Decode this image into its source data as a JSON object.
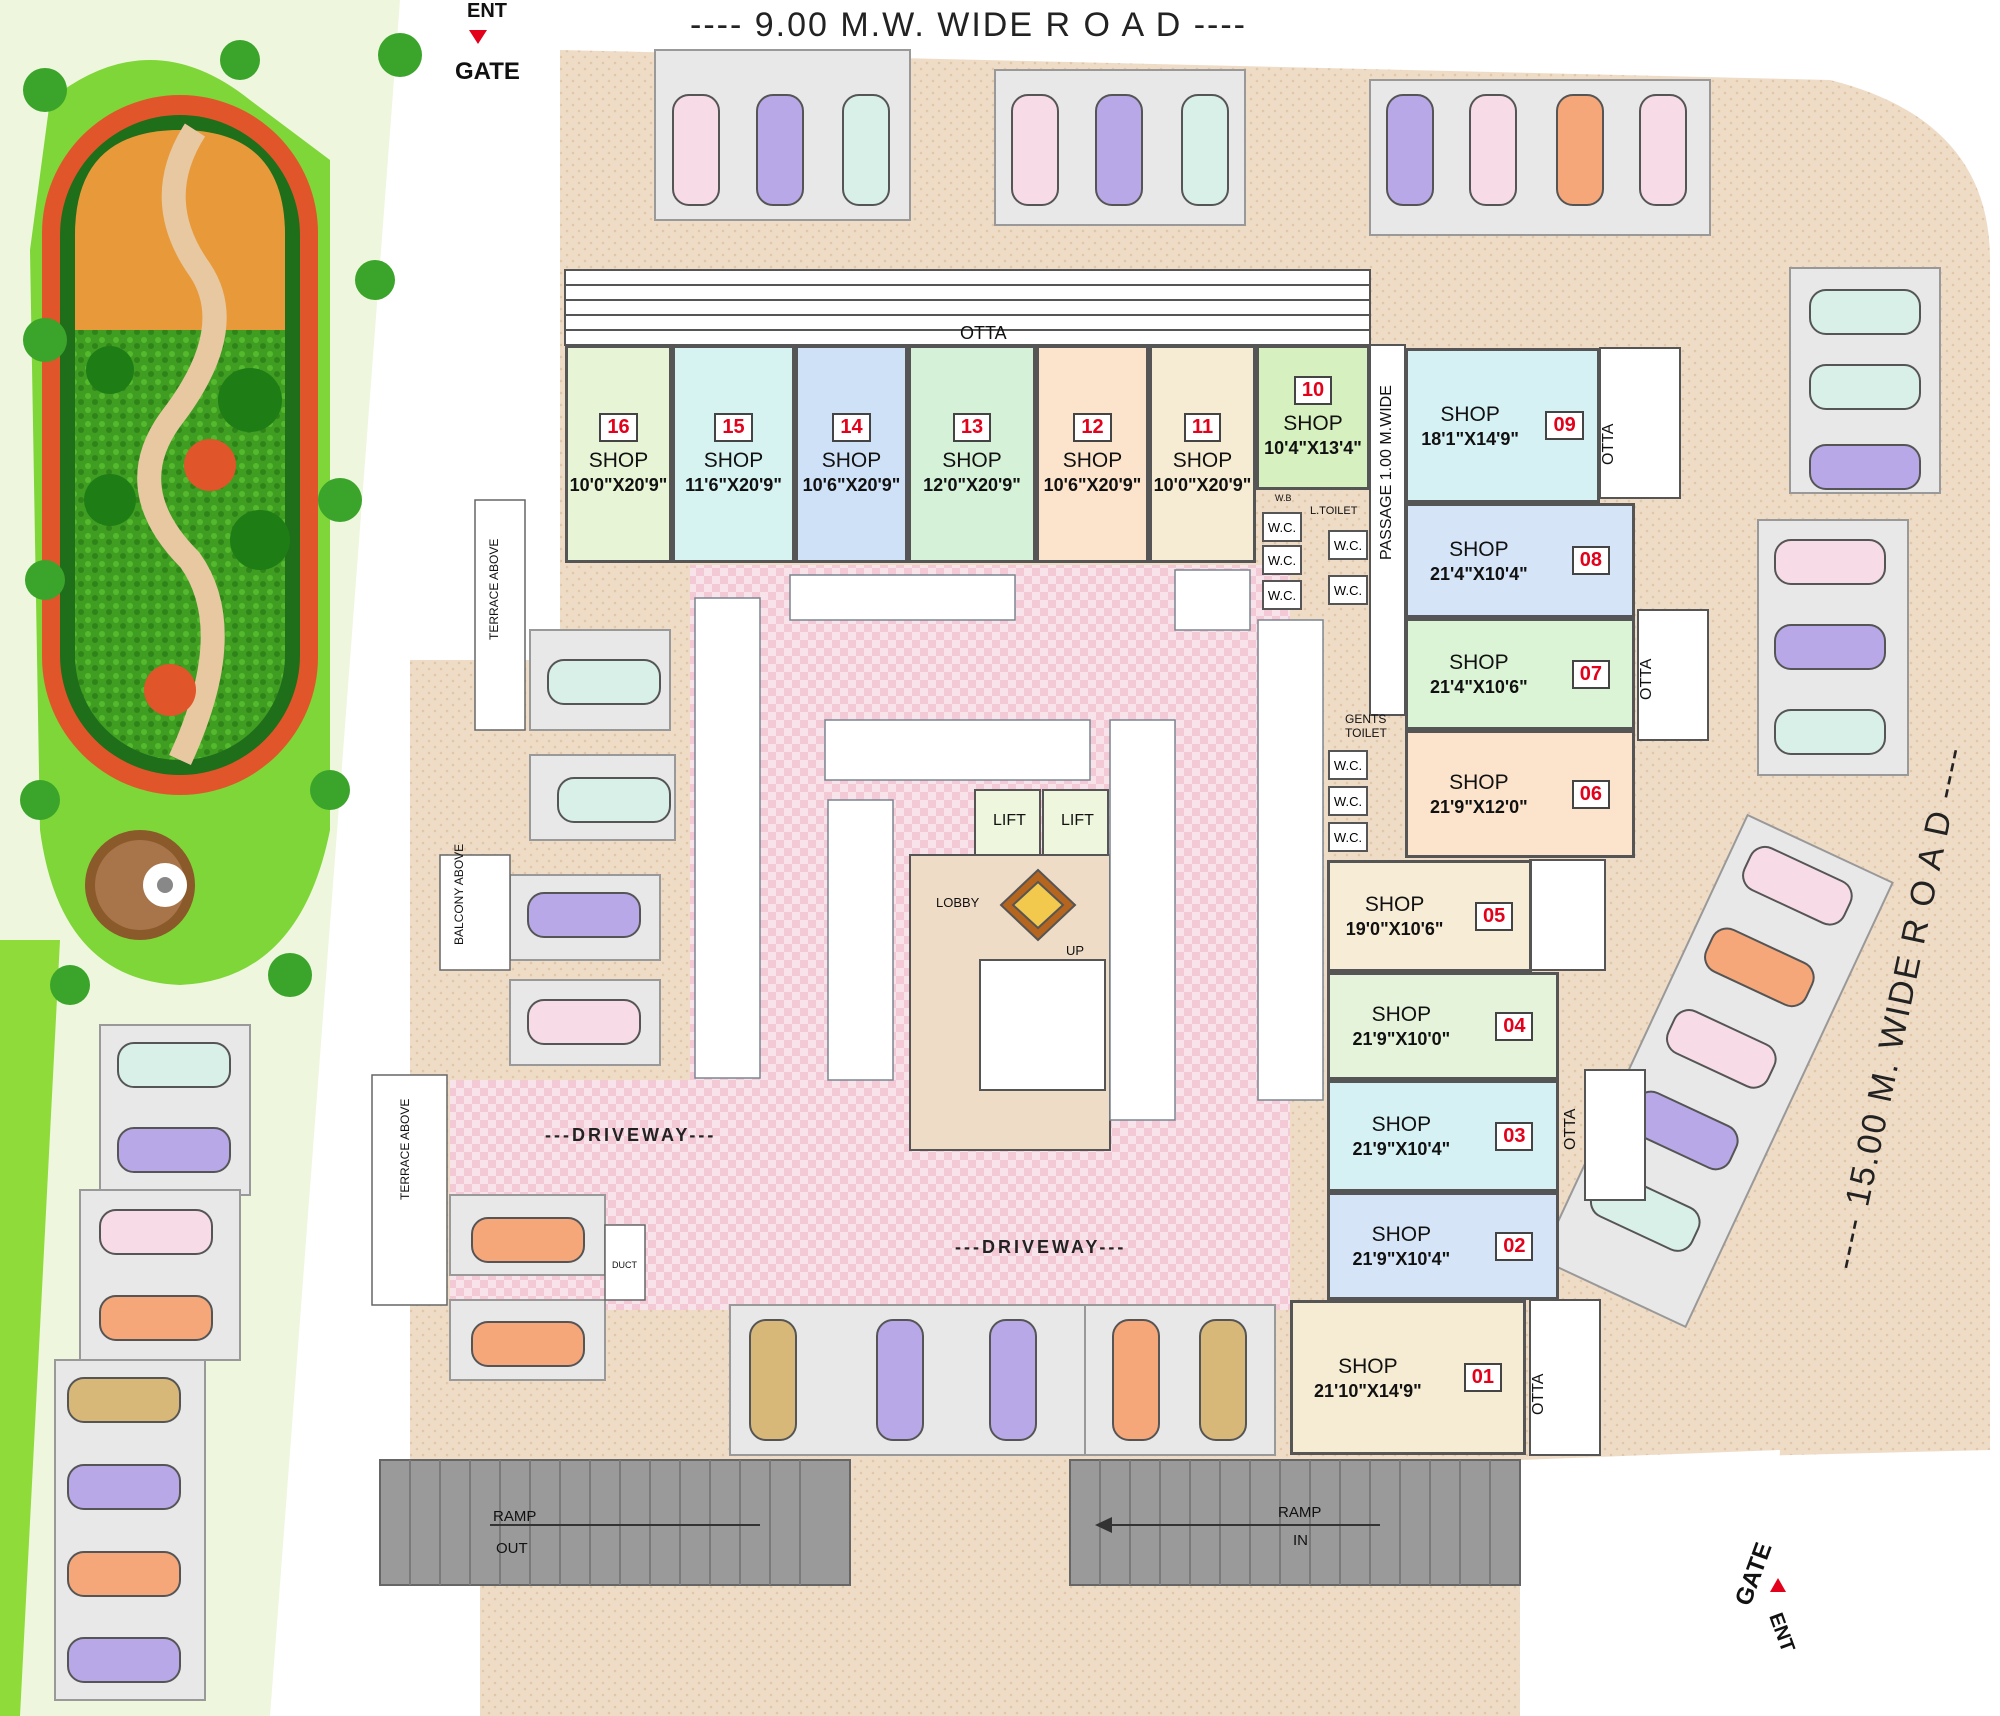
{
  "roads": {
    "north": "---- 9.00 M.W. WIDE R O A D ----",
    "east": "---- 15.00 M. WIDE R O A D ----"
  },
  "gates": {
    "north_ent": "ENT",
    "north_gate": "GATE",
    "south_gate": "GATE",
    "south_ent": "ENT"
  },
  "labels": {
    "otta": "OTTA",
    "passage": "PASSAGE 1.00 M.WIDE",
    "terrace_above": "TERRACE ABOVE",
    "balcony_above": "BALCONY ABOVE",
    "lift": "LIFT",
    "lobby": "LOBBY",
    "up": "UP",
    "driveway": "---DRIVEWAY---",
    "ramp": "RAMP",
    "out": "OUT",
    "in": "IN",
    "duct": "DUCT",
    "l_toilet": "L.TOILET",
    "gents_toilet": "GENTS TOILET",
    "wc": "W.C.",
    "wb": "W.B"
  },
  "shops": [
    {
      "no": "16",
      "name": "SHOP",
      "dim": "10'0\"X20'9\""
    },
    {
      "no": "15",
      "name": "SHOP",
      "dim": "11'6\"X20'9\""
    },
    {
      "no": "14",
      "name": "SHOP",
      "dim": "10'6\"X20'9\""
    },
    {
      "no": "13",
      "name": "SHOP",
      "dim": "12'0\"X20'9\""
    },
    {
      "no": "12",
      "name": "SHOP",
      "dim": "10'6\"X20'9\""
    },
    {
      "no": "11",
      "name": "SHOP",
      "dim": "10'0\"X20'9\""
    },
    {
      "no": "10",
      "name": "SHOP",
      "dim": "10'4\"X13'4\""
    },
    {
      "no": "09",
      "name": "SHOP",
      "dim": "18'1\"X14'9\""
    },
    {
      "no": "08",
      "name": "SHOP",
      "dim": "21'4\"X10'4\""
    },
    {
      "no": "07",
      "name": "SHOP",
      "dim": "21'4\"X10'6\""
    },
    {
      "no": "06",
      "name": "SHOP",
      "dim": "21'9\"X12'0\""
    },
    {
      "no": "05",
      "name": "SHOP",
      "dim": "19'0\"X10'6\""
    },
    {
      "no": "04",
      "name": "SHOP",
      "dim": "21'9\"X10'0\""
    },
    {
      "no": "03",
      "name": "SHOP",
      "dim": "21'9\"X10'4\""
    },
    {
      "no": "02",
      "name": "SHOP",
      "dim": "21'9\"X10'4\""
    },
    {
      "no": "01",
      "name": "SHOP",
      "dim": "21'10\"X14'9\""
    }
  ],
  "colors": {
    "paving": "#efdcc6",
    "driveway": "#f7d6df",
    "lawn": "#6fcf2e",
    "track": "#e0562a",
    "sand": "#e89a3b",
    "ramp": "#9a9a9a",
    "shop_red": "#e2001a"
  }
}
